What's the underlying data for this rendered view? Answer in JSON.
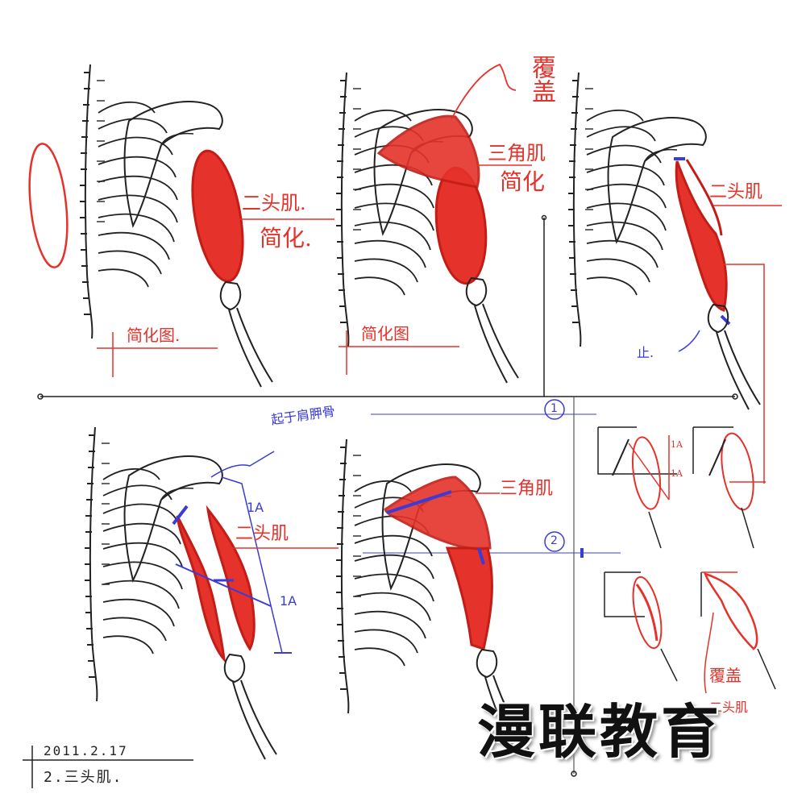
{
  "labels": {
    "fuGai_top": "覆盖",
    "sanJiaoJi_top": "三角肌",
    "jianHua_top": "简化",
    "erTouJi_1": "二头肌.",
    "jianHua_1": "简化.",
    "jianHuaTu_1": "简化图.",
    "jianHuaTu_2": "简化图",
    "erTouJi_3": "二头肌",
    "zhi": "止.",
    "qiYuJianJiaGu": "起于肩胛骨",
    "oneA_a": "1A",
    "oneA_b": "1A",
    "erTouJi_4": "二头肌",
    "sanJiaoJi_5": "三角肌",
    "marker_1": "1",
    "marker_2": "2",
    "oneA_small_a": "1A",
    "oneA_small_b": "1A",
    "fuGai_small": "覆盖",
    "erTouJi_small": "二头肌",
    "date": "2011.2.17",
    "note": "2.三头肌.",
    "watermark": "漫联教育"
  },
  "colors": {
    "muscle": "#e5322b",
    "guide_blue": "#3b3bd6",
    "bone_ink": "#222222"
  }
}
